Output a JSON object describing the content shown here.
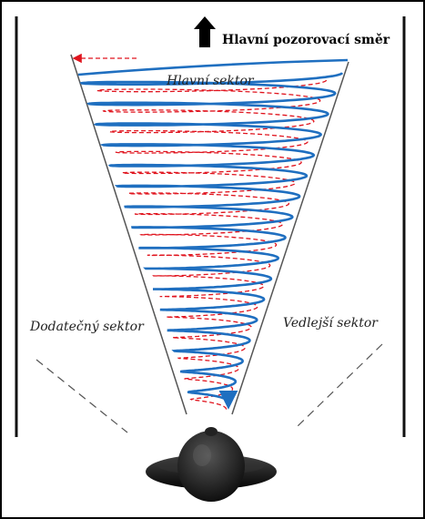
{
  "diagram": {
    "labels": {
      "main_direction": "Hlavní pozorovací směr",
      "main_sector": "Hlavní sektor",
      "additional_sector": "Dodatečný sektor",
      "side_sector": "Vedlejší sektor"
    },
    "colors": {
      "border": "#000000",
      "wall": "#111111",
      "cone_edge": "#555555",
      "spiral_solid": "#1f6fc0",
      "spiral_dashed": "#e0141e",
      "side_dash": "#555555",
      "observer": "#111111",
      "arrow": "#000000"
    },
    "icons": {
      "direction_arrow": "up-arrow-icon",
      "observer": "observer-top-view-icon"
    }
  }
}
